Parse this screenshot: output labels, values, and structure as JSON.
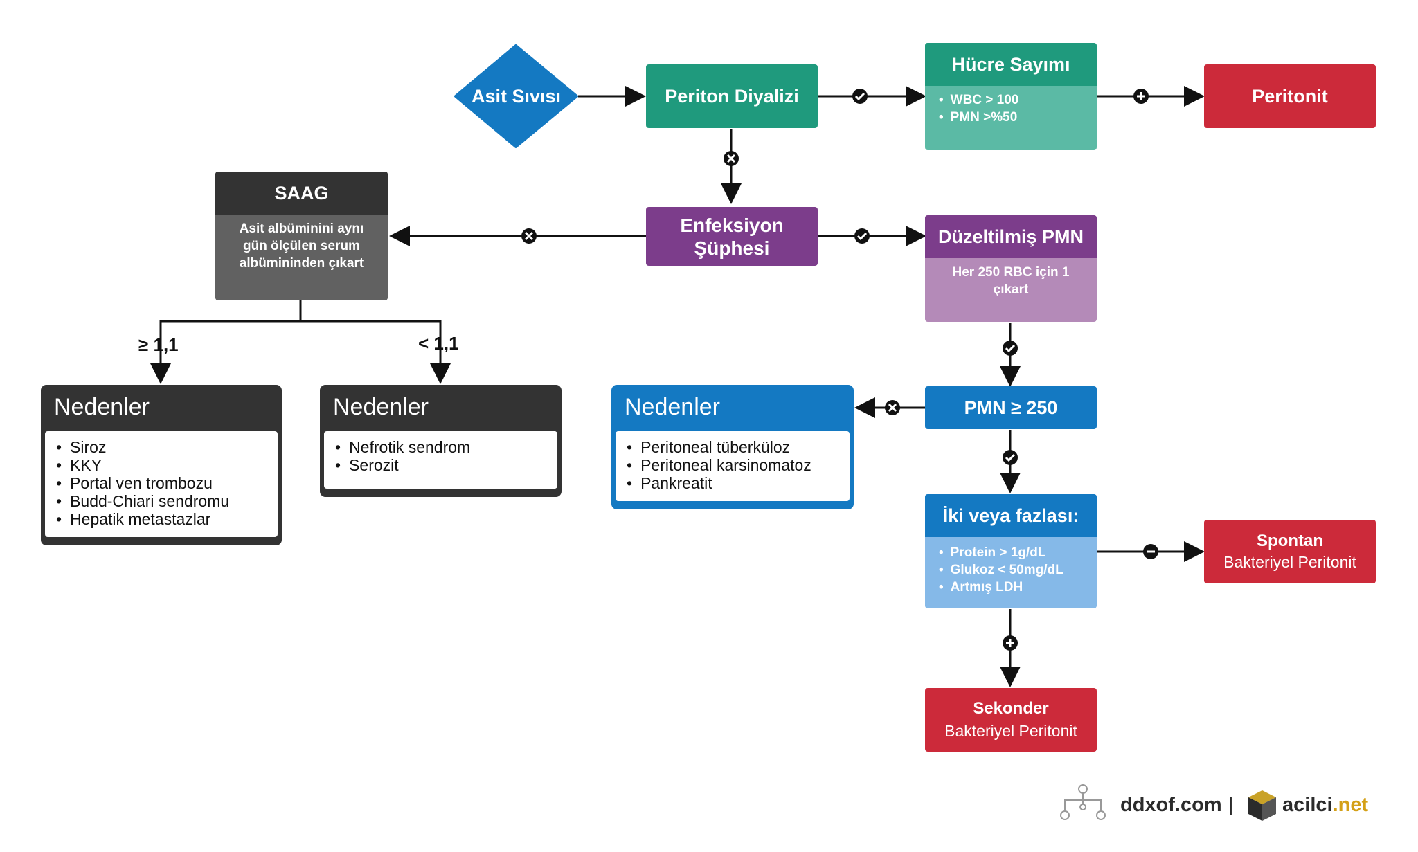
{
  "colors": {
    "green_dark": "#1f9a7d",
    "green_light": "#5bbaa5",
    "blue": "#1479c2",
    "blue_light": "#85b9e8",
    "purple": "#7c3d8b",
    "purple_light": "#b48ab8",
    "red": "#cc2a3a",
    "dark": "#333333",
    "gray": "#616161"
  },
  "nodes": {
    "asit": "Asit Sıvısı",
    "periton": "Periton Diyalizi",
    "hucre": {
      "title": "Hücre Sayımı",
      "items": [
        "WBC > 100",
        "PMN >%50"
      ]
    },
    "peritonit": "Peritonit",
    "enfeksiyon": "Enfeksiyon Şüphesi",
    "saag": {
      "title": "SAAG",
      "body": "Asit albüminini aynı gün ölçülen serum albümininden çıkart"
    },
    "duzeltilmis": {
      "title": "Düzeltilmiş PMN",
      "body": "Her 250 RBC için 1 çıkart"
    },
    "pmn": "PMN ≥ 250",
    "iki": {
      "title": "İki veya fazlası:",
      "items": [
        "Protein > 1g/dL",
        "Glukoz < 50mg/dL",
        "Artmış LDH"
      ]
    },
    "spontan": {
      "line1": "Spontan",
      "line2": "Bakteriyel Peritonit"
    },
    "sekonder": {
      "line1": "Sekonder",
      "line2": "Bakteriyel Peritonit"
    }
  },
  "causes": {
    "high": {
      "title": "Nedenler",
      "items": [
        "Siroz",
        "KKY",
        "Portal ven trombozu",
        "Budd-Chiari sendromu",
        "Hepatik metastazlar"
      ]
    },
    "low": {
      "title": "Nedenler",
      "items": [
        "Nefrotik sendrom",
        "Serozit"
      ]
    },
    "blue": {
      "title": "Nedenler",
      "items": [
        "Peritoneal tüberküloz",
        "Peritoneal karsinomatoz",
        "Pankreatit"
      ]
    }
  },
  "labels": {
    "ge": "≥ 1,1",
    "lt": "< 1,1"
  },
  "footer": {
    "ddx": "ddxof.com",
    "sep": "|",
    "acilci1": "acilci",
    "acilci2": ".net"
  }
}
